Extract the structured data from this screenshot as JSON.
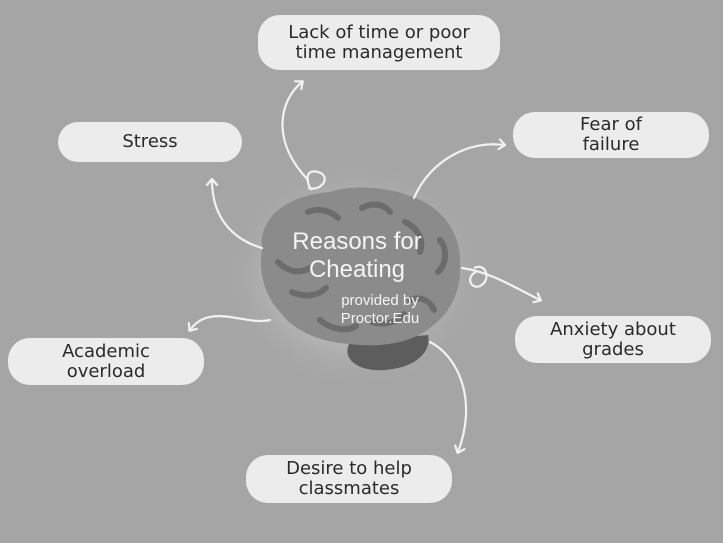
{
  "center": {
    "title_line1": "Reasons for",
    "title_line2": "Cheating",
    "sub_line1": "provided by",
    "sub_line2": "Proctor.Edu"
  },
  "reasons": {
    "lack_of_time": [
      "Lack of time or poor",
      "time management"
    ],
    "stress": [
      "Stress"
    ],
    "fear_of_failure": [
      "Fear of",
      "failure"
    ],
    "anxiety": [
      "Anxiety about",
      "grades"
    ],
    "academic_overload": [
      "Academic",
      "overload"
    ],
    "help_classmates": [
      "Desire to help",
      "classmates"
    ]
  }
}
